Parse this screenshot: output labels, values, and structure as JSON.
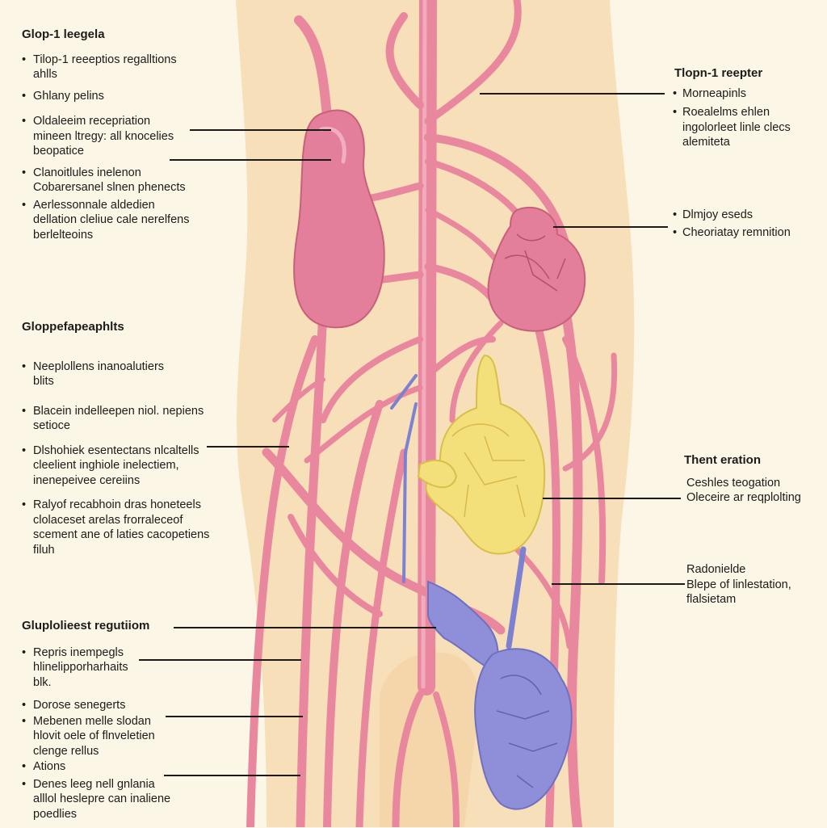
{
  "colors": {
    "background": "#fbf6e6",
    "skin": "#f7dfb9",
    "vessel": "#e9879e",
    "vessel_dark": "#c9607b",
    "organ_pink": "#e37f9a",
    "organ_yellow": "#f4e07a",
    "organ_blue": "#8e8fd8",
    "leader_line": "#1d1b1a"
  },
  "left_blocks": [
    {
      "heading": "Glop-1 leegela",
      "items": [
        {
          "lines": [
            "Tilop-1 reeeptios regalltions",
            "ahlls"
          ]
        },
        {
          "lines": [
            "Ghlany pelins"
          ]
        },
        {
          "lines": [
            "Oldaleeim recepriation",
            "mineen ltregy: all knocelies",
            "beopatice"
          ]
        },
        {
          "lines": [
            "Clanoitlules inelenon",
            "Cobarersanel slnen phenects"
          ]
        },
        {
          "lines": [
            "Aerlessonnale aldedien",
            "dellation cleliue cale nerelfens",
            "berlelteoins"
          ]
        }
      ]
    },
    {
      "heading": "Gloppefapeaphlts",
      "items": [
        {
          "lines": [
            "Neeplollens inanoalutiers",
            "blits"
          ]
        },
        {
          "lines": [
            "Blacein indelleepen niol. nepiens",
            "setioce"
          ]
        },
        {
          "lines": [
            "Dlshohiek esentectans nlcaltells",
            "cleelient inghiole inelectiem,",
            "inenepeivee cereiins"
          ]
        },
        {
          "lines": [
            "Ralyof recabhoin dras honeteels",
            "clolaceset arelas frorraleceof",
            "scement ane of laties cacopetiens",
            "filuh"
          ]
        }
      ]
    },
    {
      "heading": "Gluplolieest regutiiom",
      "items": [
        {
          "lines": [
            "Repris inempegls",
            "hlinelipporharhaits",
            "blk."
          ]
        },
        {
          "lines": [
            "Dorose senegerts"
          ]
        },
        {
          "lines": [
            "Mebenen melle slodan",
            "hlovit oele of flnveletien",
            "clenge rellus"
          ]
        },
        {
          "lines": [
            "Ations"
          ]
        },
        {
          "lines": [
            "Denes leeg nell gnlania",
            "alllol heslepre can inaliene",
            "poedlies"
          ]
        }
      ]
    }
  ],
  "right_blocks": [
    {
      "heading": "Tlopn-1 reepter",
      "items": [
        {
          "lines": [
            "Morneapinls"
          ]
        },
        {
          "lines": [
            "Roealelms ehlen",
            "ingolorleet linle clecs",
            "alemiteta"
          ]
        }
      ]
    },
    {
      "heading": "",
      "items": [
        {
          "lines": [
            "Dlmjoy eseds"
          ]
        },
        {
          "lines": [
            "Cheoriatay remnition"
          ]
        }
      ]
    },
    {
      "heading": "Thent eration",
      "items": [
        {
          "lines": [
            "Ceshles teogation"
          ]
        },
        {
          "lines": [
            "Oleceire ar reqplolting"
          ]
        }
      ]
    },
    {
      "heading": "",
      "items": [
        {
          "lines": [
            "Radonielde"
          ]
        },
        {
          "lines": [
            "Blepe of linlestation,",
            "flalsietam"
          ]
        }
      ]
    }
  ]
}
